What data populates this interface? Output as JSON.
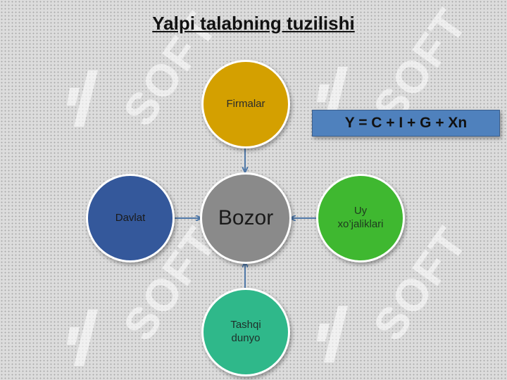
{
  "title": "Yalpi talabning tuzilishi",
  "formula": "Y = C + I + G + Xn",
  "nodes": {
    "center": "Bozor",
    "top": "Firmalar",
    "left": "Davlat",
    "right": "Uy\nxo’jaliklari",
    "bottom": "Tashqi\ndunyo"
  },
  "watermark": {
    "text": "SOFT"
  },
  "colors": {
    "center": "#8a8a8a",
    "top": "#d4a000",
    "left": "#34589b",
    "right": "#3fb830",
    "bottom": "#2fb88a",
    "arrow": "#4f78a8",
    "formula_bg": "#4f81bd"
  }
}
